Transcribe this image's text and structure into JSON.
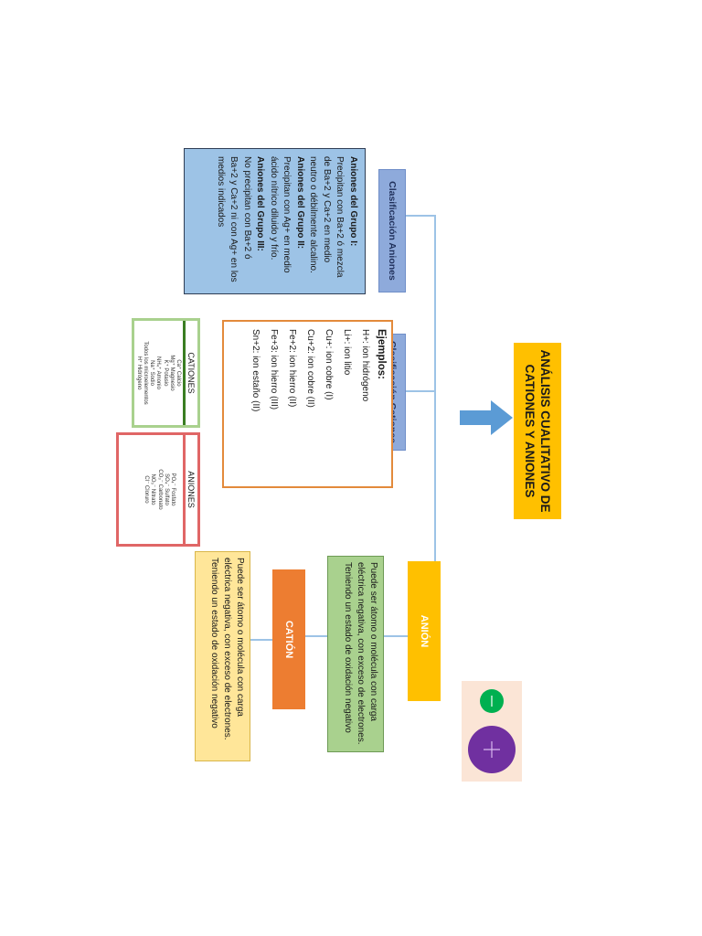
{
  "title": [
    "ANÁLISIS CUALITATIVO DE",
    "CATIONES Y ANIONES"
  ],
  "clasificacion_aniones": {
    "header": "Clasificación Aniones",
    "grupo1_title": "Aniones del Grupo I:",
    "grupo1_lines": [
      "Precipitan con Ba+2 ó mezcla",
      "de Ba+2 y Ca+2 en medio",
      "neutro o débilmente alcalino."
    ],
    "grupo2_title": "Aniones del Grupo II:",
    "grupo2_lines": [
      "Precipitan con Ag+ en medio",
      "ácido nítrico diluido y frío."
    ],
    "grupo3_title": "Aniones del Grupo III:",
    "grupo3_lines": [
      "No precipitan con Ba+2 ó",
      "Ba+2 y Ca+2 ni con Ag+ en los",
      "medios indicados"
    ]
  },
  "clasificacion_cationes": {
    "header": "Clasificación Cationes",
    "examples_title": "Ejemplos:",
    "examples": [
      "H+: ion hidrógeno",
      "Li+: ion litio",
      "Cu+: ion cobre (I)",
      "Cu+2: ion cobre (II)",
      "Fe+2: ion hierro (II)",
      "Fe+3: ion hierro (III)",
      "Sn+2: ion estaño (II)"
    ]
  },
  "cationes_list": {
    "header": "CATIONES",
    "items": [
      "Ca⁺ Calcio",
      "Mg⁺ Magnesio",
      "K⁺ Potasio",
      "NH₄⁺ Amonio",
      "Na⁺ Sodio",
      "Todos los microelementos",
      "H⁺ Hidrógeno"
    ]
  },
  "aniones_list": {
    "header": "ANIONES",
    "items": [
      "PO₄⁻ Fosfato",
      "SO₄⁻ Sulfato",
      "CO₃⁻ Carbonato",
      "NO₃⁻ Nitrato",
      "Cl⁻ Cloruro"
    ]
  },
  "anion": {
    "header": "ANIÓN",
    "definition": [
      "Puede ser átomo o molécula con carga",
      "eléctrica negativa, con exceso de electrones.",
      "Teniendo un estado de oxidación negativo"
    ]
  },
  "cation": {
    "header": "CATIÓN",
    "definition": [
      "Puede ser átomo o molécula con carga",
      "eléctrica negativa, con exceso de electrones.",
      "Teniendo un estado de oxidación negativo"
    ]
  },
  "ion_image": {
    "negative_color": "#00b050",
    "positive_color": "#7030a0",
    "background": "#fbe5d6"
  },
  "colors": {
    "title": "#ffc000",
    "header_blue": "#8eaadb",
    "desc_blue": "#9dc3e6",
    "anion_yellow": "#ffc000",
    "cation_orange": "#ed7d31",
    "green_box": "#a9d18e",
    "peach_box": "#ffe699",
    "arrow": "#5b9bd5"
  }
}
